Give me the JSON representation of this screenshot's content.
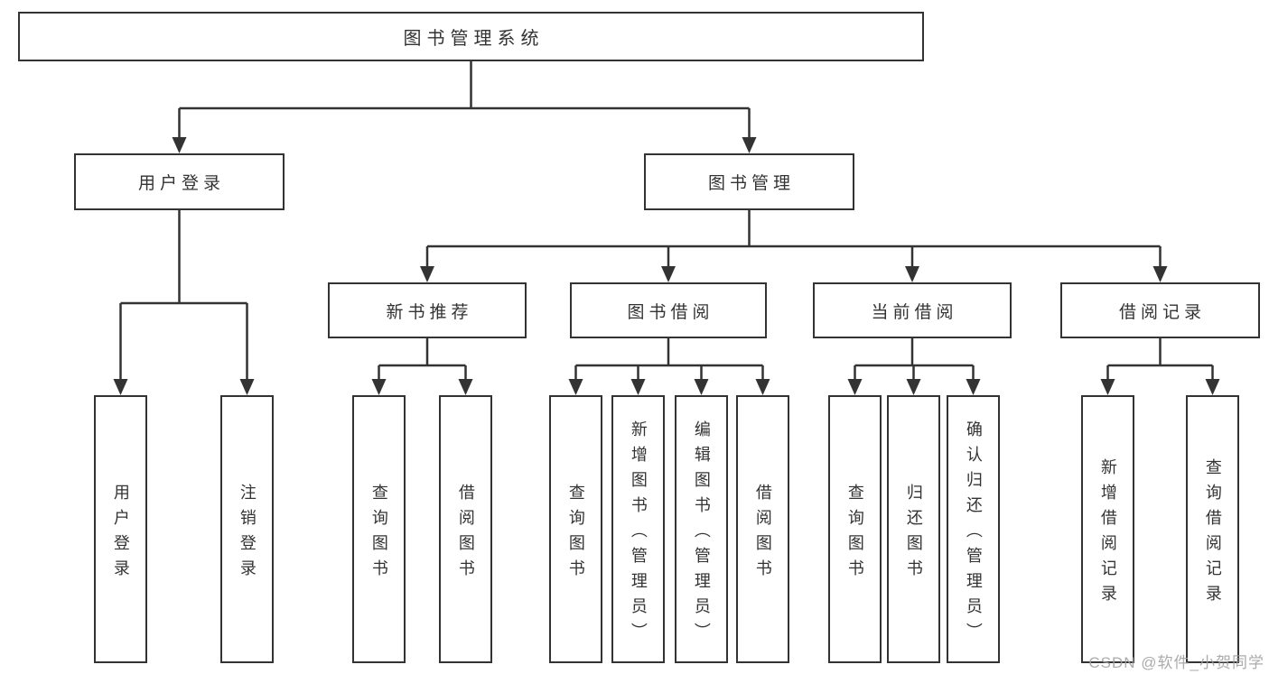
{
  "watermark": "CSDN @软件_小贺同学",
  "colors": {
    "line": "#333333",
    "text": "#333333",
    "node_background": "#ffffff",
    "page_background": "#ffffff",
    "watermark": "#a0a0a0"
  },
  "chart": {
    "root": {
      "label": "图书管理系统"
    },
    "branches": [
      {
        "label": "用户登录",
        "children": [
          {
            "label": "用户登录"
          },
          {
            "label": "注销登录"
          }
        ]
      },
      {
        "label": "图书管理",
        "children": [
          {
            "label": "新书推荐",
            "children": [
              {
                "label": "查询图书"
              },
              {
                "label": "借阅图书"
              }
            ]
          },
          {
            "label": "图书借阅",
            "children": [
              {
                "label": "查询图书"
              },
              {
                "label": "新增图书（管理员）"
              },
              {
                "label": "编辑图书（管理员）"
              },
              {
                "label": "借阅图书"
              }
            ]
          },
          {
            "label": "当前借阅",
            "children": [
              {
                "label": "查询图书"
              },
              {
                "label": "归还图书"
              },
              {
                "label": "确认归还（管理员）"
              }
            ]
          },
          {
            "label": "借阅记录",
            "children": [
              {
                "label": "新增借阅记录"
              },
              {
                "label": "查询借阅记录"
              }
            ]
          }
        ]
      }
    ]
  }
}
